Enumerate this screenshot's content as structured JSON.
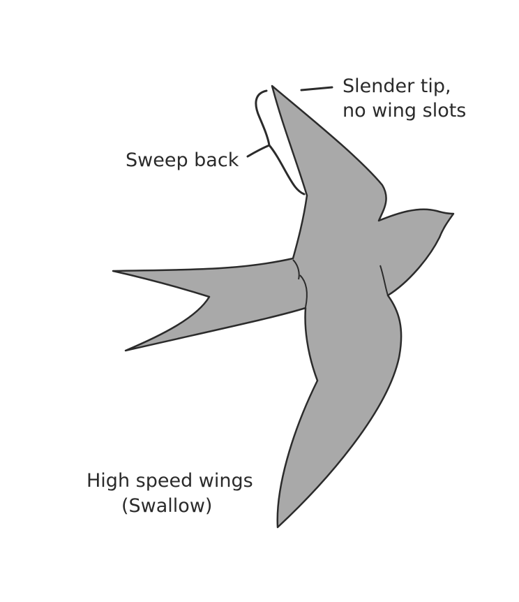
{
  "labels": {
    "tip_line1": "Slender tip,",
    "tip_line2": "no wing slots",
    "sweep": "Sweep back",
    "caption_line1": "High speed wings",
    "caption_line2": "(Swallow)"
  },
  "colors": {
    "silhouette_fill": "#a9a9a9",
    "outline": "#2b2b2b",
    "text": "#2a2a2a",
    "background": "#ffffff"
  }
}
